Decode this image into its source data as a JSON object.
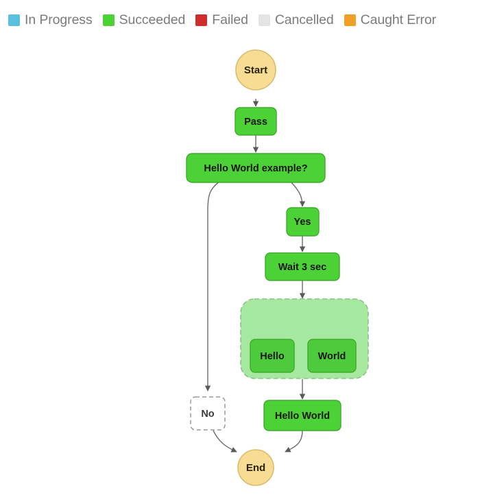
{
  "legend": {
    "items": [
      {
        "label": "In Progress",
        "color": "#5bc0de",
        "icon": "status-swatch"
      },
      {
        "label": "Succeeded",
        "color": "#4cd137",
        "icon": "status-swatch"
      },
      {
        "label": "Failed",
        "color": "#cf2e2e",
        "icon": "status-swatch"
      },
      {
        "label": "Cancelled",
        "color": "#e4e4e4",
        "icon": "status-swatch"
      },
      {
        "label": "Caught Error",
        "color": "#efa126",
        "icon": "status-swatch"
      }
    ]
  },
  "graph": {
    "type": "state-machine-execution",
    "nodes": [
      {
        "id": "start",
        "label": "Start",
        "shape": "circle",
        "status": "Succeeded"
      },
      {
        "id": "pass",
        "label": "Pass",
        "shape": "rounded",
        "status": "Succeeded"
      },
      {
        "id": "choice",
        "label": "Hello World example?",
        "shape": "rounded",
        "status": "Succeeded"
      },
      {
        "id": "yes",
        "label": "Yes",
        "shape": "rounded",
        "status": "Succeeded"
      },
      {
        "id": "wait",
        "label": "Wait 3 sec",
        "shape": "rounded",
        "status": "Succeeded"
      },
      {
        "id": "parallel",
        "label": "",
        "shape": "container",
        "status": "Succeeded"
      },
      {
        "id": "hello",
        "label": "Hello",
        "shape": "rounded",
        "status": "Succeeded"
      },
      {
        "id": "world",
        "label": "World",
        "shape": "rounded",
        "status": "Succeeded"
      },
      {
        "id": "no",
        "label": "No",
        "shape": "rounded",
        "status": "Not Visited"
      },
      {
        "id": "hello-world",
        "label": "Hello World",
        "shape": "rounded",
        "status": "Succeeded"
      },
      {
        "id": "end",
        "label": "End",
        "shape": "circle",
        "status": "Succeeded"
      }
    ],
    "edges": [
      {
        "from": "start",
        "to": "pass"
      },
      {
        "from": "pass",
        "to": "choice"
      },
      {
        "from": "choice",
        "to": "no"
      },
      {
        "from": "choice",
        "to": "yes"
      },
      {
        "from": "yes",
        "to": "wait"
      },
      {
        "from": "wait",
        "to": "parallel"
      },
      {
        "from": "parallel",
        "to": "hello"
      },
      {
        "from": "parallel",
        "to": "world"
      },
      {
        "from": "parallel",
        "to": "hello-world"
      },
      {
        "from": "hello-world",
        "to": "end"
      },
      {
        "from": "no",
        "to": "end"
      }
    ],
    "colors": {
      "succeeded_fill": "#4cd137",
      "succeeded_stroke": "#3faa2c",
      "nested_fill": "#4ecb3c",
      "nested_stroke": "#3faa2c",
      "container_fill": "#a6e8a0",
      "container_stroke": "#8fbf8a",
      "terminal_fill": "#f7dd93",
      "terminal_stroke": "#d9bb6a",
      "notvisited_fill": "#ffffff",
      "notvisited_stroke": "#9a9a9a",
      "edge_stroke": "#6b6b6b"
    }
  }
}
